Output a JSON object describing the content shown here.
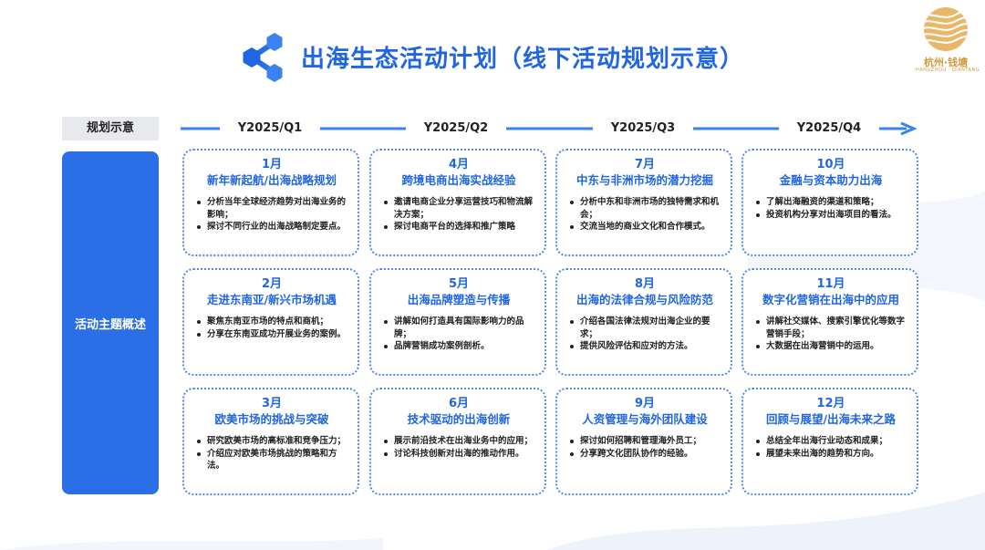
{
  "title": "出海生态活动计划（线下活动规划示意）",
  "logo": {
    "text": "杭州·钱塘",
    "sub": "HANGZHOU · QIANTANG"
  },
  "plan_label": "规划示意",
  "theme_label": "活动主题概述",
  "colors": {
    "accent": "#1f66e0",
    "theme_box": "#2a6fe6",
    "card_border": "#4d88ec",
    "logo_gold": "#d09a3f"
  },
  "quarters": [
    "Y2025/Q1",
    "Y2025/Q2",
    "Y2025/Q3",
    "Y2025/Q4"
  ],
  "cards": [
    {
      "month": "1月",
      "title": "新年新起航/出海战略规划",
      "points": [
        "分析当年全球经济趋势对出海业务的影响；",
        "探讨不同行业的出海战略制定要点。"
      ]
    },
    {
      "month": "4月",
      "title": "跨境电商出海实战经验",
      "points": [
        "邀请电商企业分享运营技巧和物流解决方案；",
        "探讨电商平台的选择和推广策略"
      ]
    },
    {
      "month": "7月",
      "title": "中东与非洲市场的潜力挖掘",
      "points": [
        "分析中东和非洲市场的独特需求和机会；",
        "交流当地的商业文化和合作模式。"
      ]
    },
    {
      "month": "10月",
      "title": "金融与资本助力出海",
      "points": [
        "了解出海融资的渠道和策略；",
        "投资机构分享对出海项目的看法。"
      ]
    },
    {
      "month": "2月",
      "title": "走进东南亚/新兴市场机遇",
      "points": [
        "聚焦东南亚市场的特点和商机；",
        "分享在东南亚成功开展业务的案例。"
      ]
    },
    {
      "month": "5月",
      "title": "出海品牌塑造与传播",
      "points": [
        "讲解如何打造具有国际影响力的品牌；",
        "品牌营销成功案例剖析。"
      ]
    },
    {
      "month": "8月",
      "title": "出海的法律合规与风险防范",
      "points": [
        "介绍各国法律法规对出海企业的要求；",
        "提供风险评估和应对的方法。"
      ]
    },
    {
      "month": "11月",
      "title": "数字化营销在出海中的应用",
      "points": [
        "讲解社交媒体、搜索引擎优化等数字营销手段；",
        "大数据在出海营销中的运用。"
      ]
    },
    {
      "month": "3月",
      "title": "欧美市场的挑战与突破",
      "points": [
        "研究欧美市场的高标准和竞争压力；",
        "介绍应对欧美市场挑战的策略和方法。"
      ]
    },
    {
      "month": "6月",
      "title": "技术驱动的出海创新",
      "points": [
        "展示前沿技术在出海业务中的应用；",
        "讨论科技创新对出海的推动作用。"
      ]
    },
    {
      "month": "9月",
      "title": "人资管理与海外团队建设",
      "points": [
        "探讨如何招聘和管理海外员工；",
        "分享跨文化团队协作的经验。"
      ]
    },
    {
      "month": "12月",
      "title": "回顾与展望/出海未来之路",
      "points": [
        "总结全年出海行业动态和成果；",
        "展望未来出海的趋势和方向。"
      ]
    }
  ]
}
